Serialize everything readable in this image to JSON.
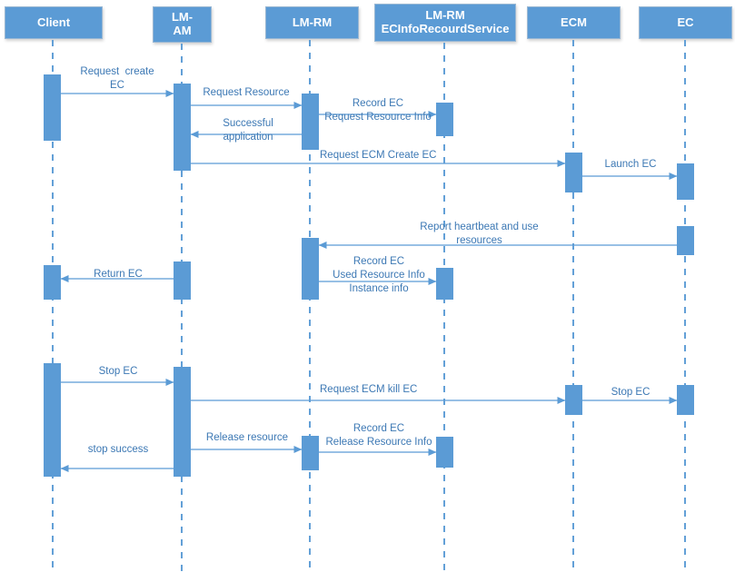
{
  "diagram": {
    "type": "uml-sequence-diagram",
    "title": "EC lifecycle sequence",
    "colors": {
      "box_fill": "#5B9BD5",
      "box_text": "#FFFFFF",
      "lifeline": "#5B9BD5",
      "activation_fill": "#5B9BD5",
      "arrow": "#5B9BD5",
      "label_text": "#3C78B4",
      "background": "#FFFFFF"
    },
    "participants": [
      {
        "id": "client",
        "label": "Client",
        "label2": ""
      },
      {
        "id": "lmam",
        "label": "LM-",
        "label2": "AM"
      },
      {
        "id": "lmrm",
        "label": "LM-RM",
        "label2": ""
      },
      {
        "id": "ecinfo",
        "label": "LM-RM",
        "label2": "ECInfoRecourdService"
      },
      {
        "id": "ecm",
        "label": "ECM",
        "label2": ""
      },
      {
        "id": "ec",
        "label": "EC",
        "label2": ""
      }
    ],
    "messages": [
      {
        "id": "m1",
        "from": "client",
        "to": "lmam",
        "label": "Request  create\nEC"
      },
      {
        "id": "m2",
        "from": "lmam",
        "to": "lmrm",
        "label": "Request Resource"
      },
      {
        "id": "m3",
        "from": "lmrm",
        "to": "ecinfo",
        "label": "Record EC\nRequest Resource Info"
      },
      {
        "id": "m4",
        "from": "lmrm",
        "to": "lmam",
        "label": "Successful\napplication"
      },
      {
        "id": "m5",
        "from": "lmam",
        "to": "ecm",
        "label": "Request ECM Create EC"
      },
      {
        "id": "m6",
        "from": "ecm",
        "to": "ec",
        "label": "Launch EC"
      },
      {
        "id": "m7",
        "from": "ec",
        "to": "lmrm",
        "label": "Report heartbeat and use\nresources"
      },
      {
        "id": "m8",
        "from": "lmrm",
        "to": "ecinfo",
        "label": "Record EC\nUsed Resource Info\nInstance info"
      },
      {
        "id": "m9",
        "from": "lmam",
        "to": "client",
        "label": "Return EC"
      },
      {
        "id": "m10",
        "from": "client",
        "to": "lmam",
        "label": "Stop EC"
      },
      {
        "id": "m11",
        "from": "lmam",
        "to": "ecm",
        "label": "Request ECM kill EC"
      },
      {
        "id": "m12",
        "from": "ecm",
        "to": "ec",
        "label": "Stop EC"
      },
      {
        "id": "m13",
        "from": "lmam",
        "to": "lmrm",
        "label": "Release resource"
      },
      {
        "id": "m14",
        "from": "lmrm",
        "to": "ecinfo",
        "label": "Record EC\nRelease Resource Info"
      },
      {
        "id": "m15",
        "from": "lmam",
        "to": "client",
        "label": "stop success"
      }
    ]
  }
}
